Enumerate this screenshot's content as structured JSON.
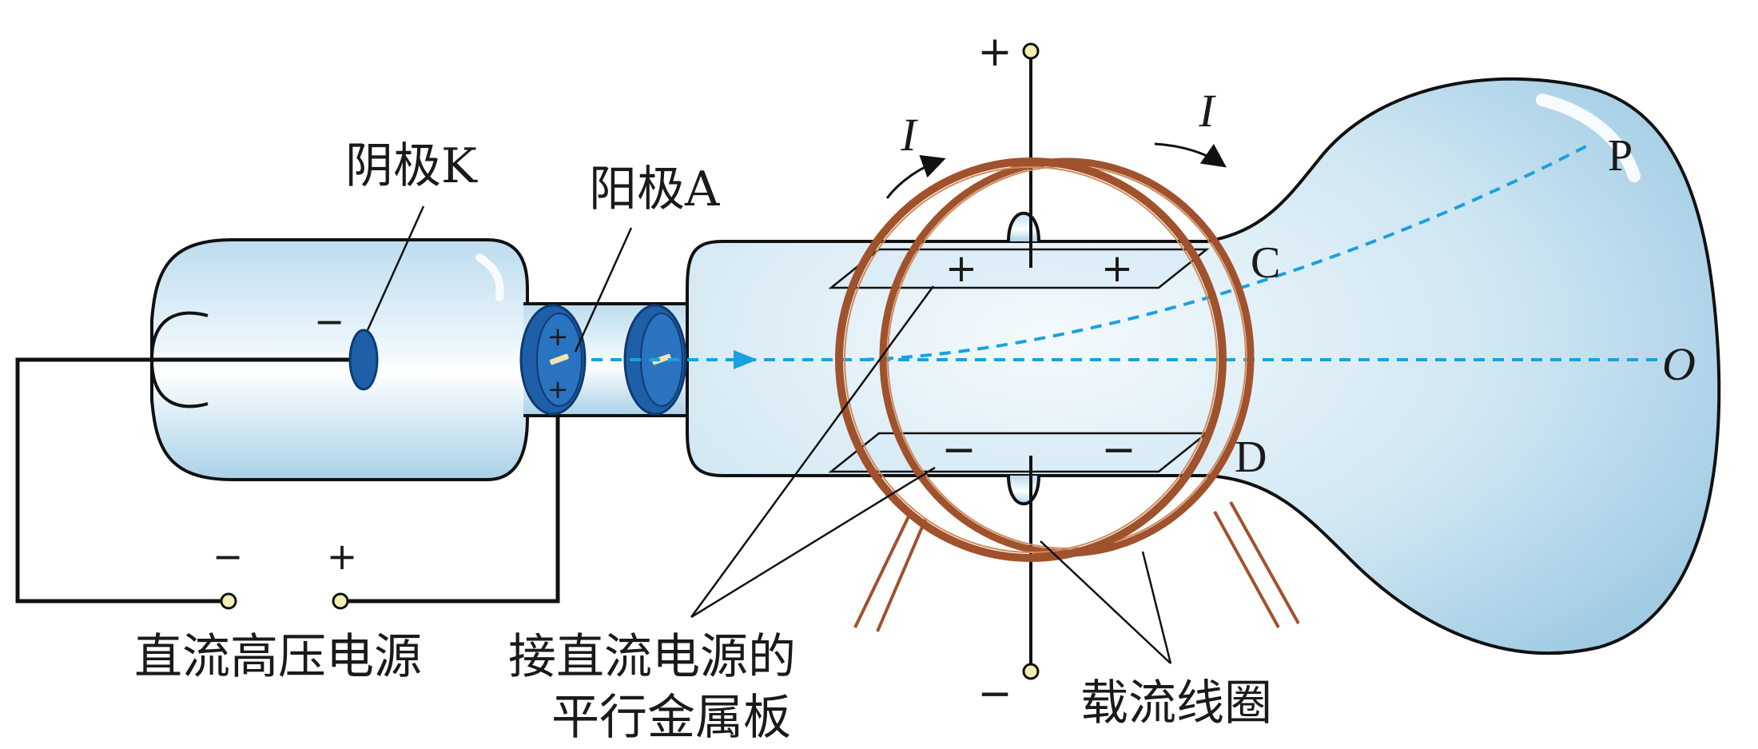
{
  "labels": {
    "cathode": "阴极K",
    "anode": "阳极A",
    "power_supply": "直流高压电源",
    "plates_line1": "接直流电源的",
    "plates_line2": "平行金属板",
    "coils": "载流线圈",
    "plate_c": "C",
    "plate_d": "D",
    "point_p": "P",
    "point_o": "O",
    "current_left": "I",
    "current_right": "I"
  },
  "signs": {
    "cathode_minus": "−",
    "terminal_minus": "−",
    "terminal_plus": "+",
    "top_terminal": "+",
    "bottom_terminal": "−",
    "plate_c_left": "+",
    "plate_c_right": "+",
    "plate_d_left": "−",
    "plate_d_right": "−",
    "disk_plus_top": "+",
    "disk_plus_bottom": "+"
  },
  "colors": {
    "glass": "#cfe6f2",
    "glass_edge": "#111111",
    "beam": "#1aa0e0",
    "electrode": "#1f5fa8",
    "coil": "#a0522d",
    "terminal": "#f4efb0"
  }
}
